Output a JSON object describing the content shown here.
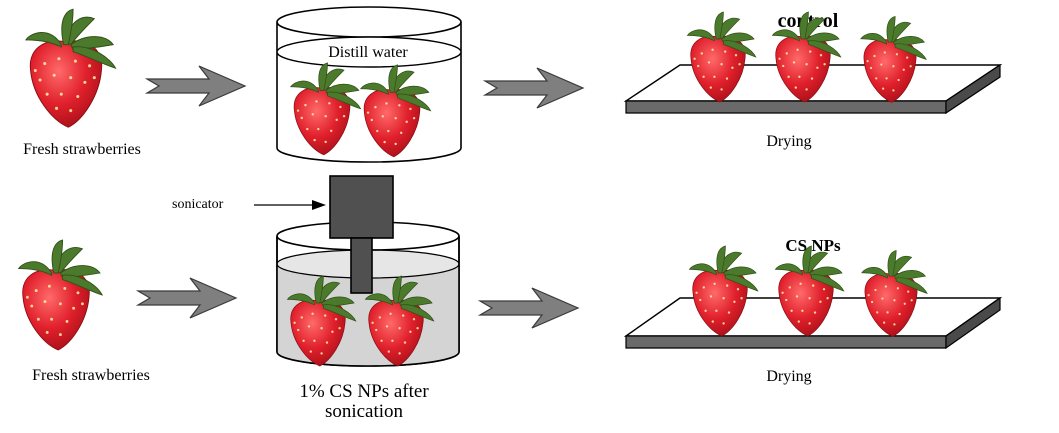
{
  "row1": {
    "left_label": "Fresh strawberries",
    "beaker_label": "Distill water",
    "result_title": "control",
    "result_label": "Drying"
  },
  "row2": {
    "left_label": "Fresh strawberries",
    "sonicator_label": "sonicator",
    "beaker_caption_line1": "1% CS NPs after",
    "beaker_caption_line2": "sonication",
    "result_title": "CS NPs",
    "result_label": "Drying"
  },
  "colors": {
    "arrow_fill": "#7f7f7f",
    "strawberry": "#e0202c",
    "leaf": "#4c7a2c",
    "solution": "#d4d4d4",
    "probe": "#505050",
    "tray_edge": "#555555"
  }
}
